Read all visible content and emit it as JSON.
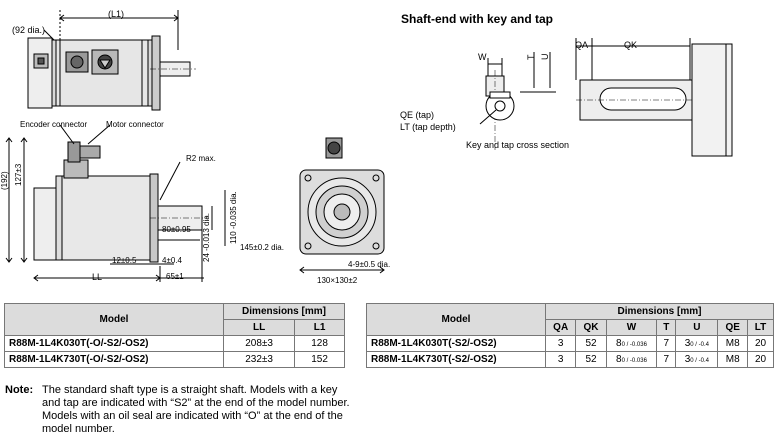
{
  "section_title": "Shaft-end with key and tap",
  "drawing_labels": {
    "l1": "(L1)",
    "dia92": "(92 dia.)",
    "encoder_connector": "Encoder connector",
    "motor_connector": "Motor connector",
    "r2max": "R2 max.",
    "dim192": "(192)",
    "dim127": "127±3",
    "dim80": "80±0.95",
    "dim110": "110 -0.035 dia.",
    "dim24": "24 -0.013 dia.",
    "dim12": "12±0.5",
    "dim4": "4±0.4",
    "ll": "LL",
    "dim65": "65±1",
    "dim145": "145±0.2 dia.",
    "holes": "4-9±0.5 dia.",
    "dim130": "130×130±2",
    "w": "W",
    "t": "T",
    "u": "U",
    "qa": "QA",
    "qk": "QK",
    "qe_tap": "QE (tap)",
    "lt_tap": "LT (tap depth)",
    "key_cross": "Key and tap cross section"
  },
  "table_left": {
    "model_header": "Model",
    "group_header": "Dimensions [mm]",
    "columns": [
      "LL",
      "L1"
    ],
    "rows": [
      {
        "model": "R88M-1L4K030T(-O/-S2/-OS2)",
        "values": [
          "208±3",
          "128"
        ]
      },
      {
        "model": "R88M-1L4K730T(-O/-S2/-OS2)",
        "values": [
          "232±3",
          "152"
        ]
      }
    ]
  },
  "table_right": {
    "model_header": "Model",
    "group_header": "Dimensions [mm]",
    "columns": [
      "QA",
      "QK",
      "W",
      "T",
      "U",
      "QE",
      "LT"
    ],
    "rows": [
      {
        "model": "R88M-1L4K030T(-S2/-OS2)",
        "qa": "3",
        "qk": "52",
        "w": "8",
        "w_tol": "0 / -0.036",
        "t": "7",
        "u": "3",
        "u_tol": "0 / -0.4",
        "qe": "M8",
        "lt": "20"
      },
      {
        "model": "R88M-1L4K730T(-S2/-OS2)",
        "qa": "3",
        "qk": "52",
        "w": "8",
        "w_tol": "0 / -0.036",
        "t": "7",
        "u": "3",
        "u_tol": "0 / -0.4",
        "qe": "M8",
        "lt": "20"
      }
    ]
  },
  "note": {
    "label": "Note:",
    "text": "The standard shaft type is a straight shaft. Models with a key and tap are indicated with “S2” at the end of the model number. Models with an oil seal are indicated with “O” at the end of the model number."
  }
}
